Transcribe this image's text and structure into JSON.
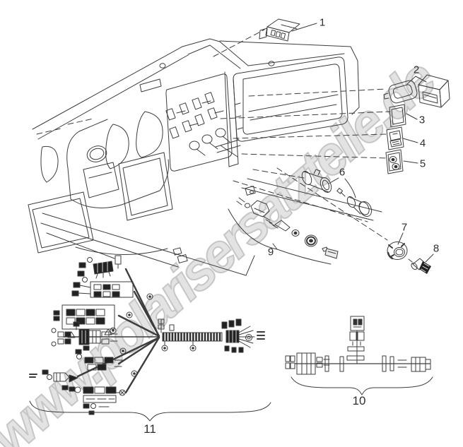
{
  "page": {
    "type": "exploded-parts-diagram",
    "background_color": "#ffffff",
    "line_color": "#3d3d3d",
    "fill_color": "#1e1e1e",
    "watermark_color": "#c9c9c9"
  },
  "watermark": {
    "text": "www.polarisersatzteile.de"
  },
  "callouts": [
    {
      "ref": "1"
    },
    {
      "ref": "2"
    },
    {
      "ref": "3"
    },
    {
      "ref": "4"
    },
    {
      "ref": "5"
    },
    {
      "ref": "6"
    },
    {
      "ref": "7"
    },
    {
      "ref": "8"
    },
    {
      "ref": "9"
    },
    {
      "ref": "10"
    },
    {
      "ref": "11"
    }
  ]
}
